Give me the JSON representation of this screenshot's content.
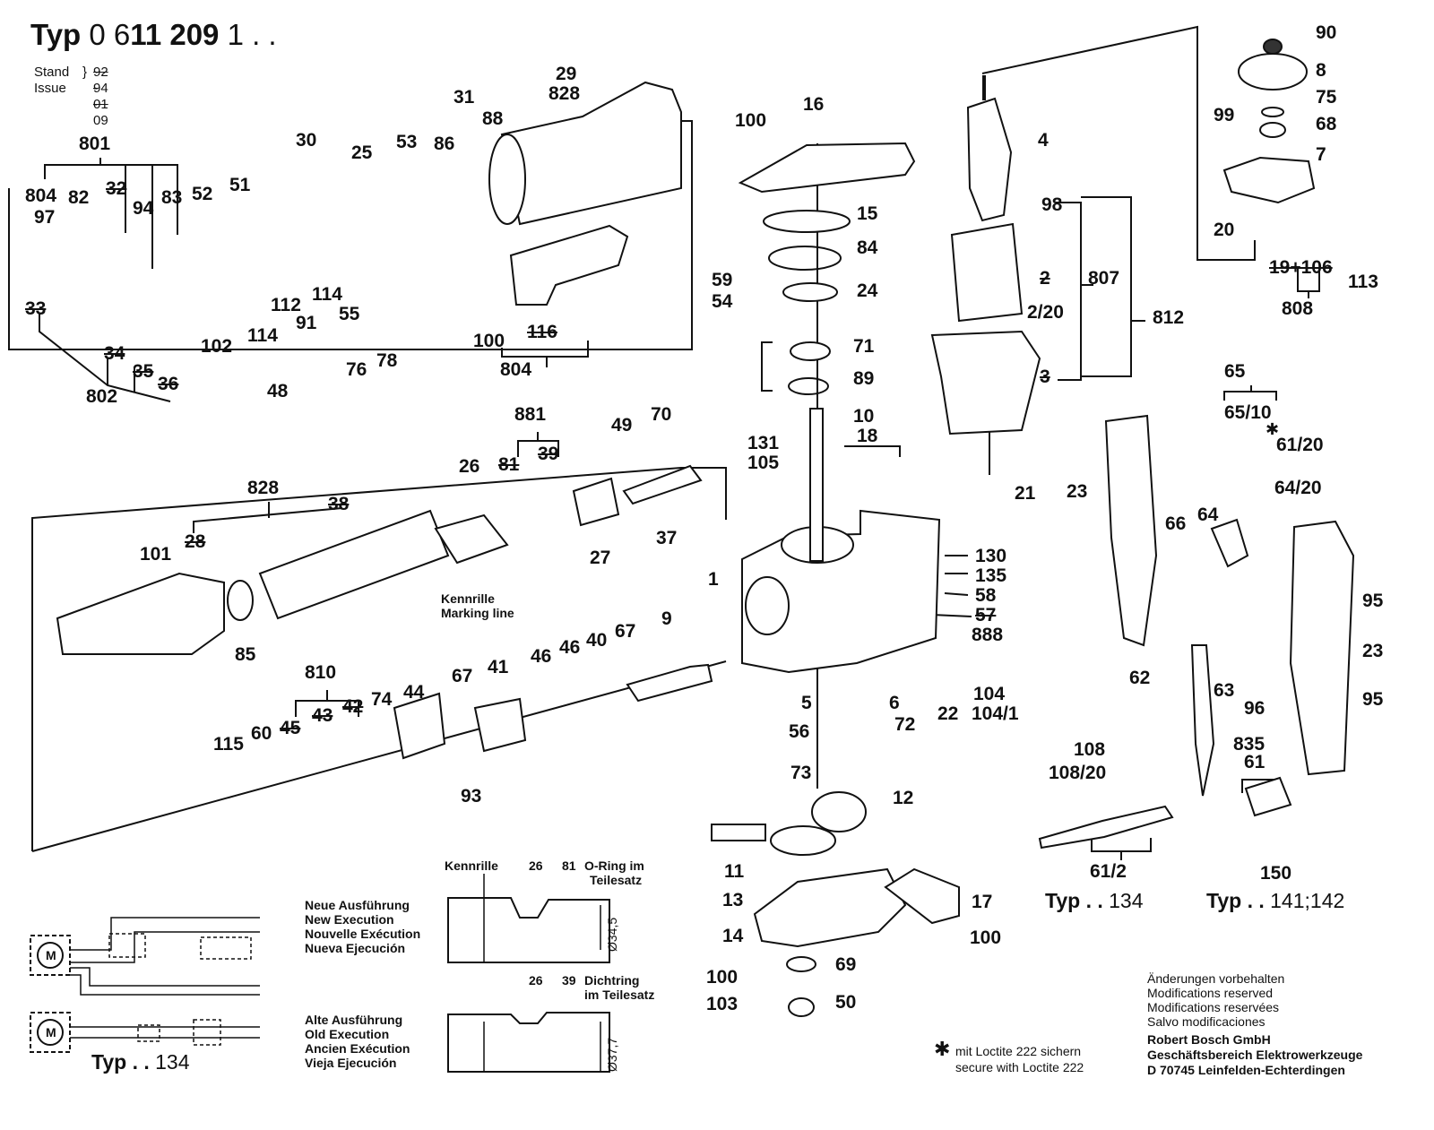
{
  "header": {
    "typ_word": "Typ",
    "typ_number_light": "0 6",
    "typ_number_bold": "11 209",
    "typ_number_tail": " 1 . .",
    "stand_label": "Stand",
    "issue_label": "Issue",
    "stand_value": "92 - 01",
    "issue_value": "94 - 09"
  },
  "part_labels": [
    {
      "id": "p90",
      "text": "90"
    },
    {
      "id": "p8",
      "text": "8"
    },
    {
      "id": "p75",
      "text": "75"
    },
    {
      "id": "p99",
      "text": "99"
    },
    {
      "id": "p68",
      "text": "68"
    },
    {
      "id": "p7",
      "text": "7"
    },
    {
      "id": "p20",
      "text": "20"
    },
    {
      "id": "p19106",
      "text": "19+106"
    },
    {
      "id": "p113",
      "text": "113"
    },
    {
      "id": "p808",
      "text": "808"
    },
    {
      "id": "p4",
      "text": "4"
    },
    {
      "id": "p98",
      "text": "98"
    },
    {
      "id": "p2",
      "text": "2"
    },
    {
      "id": "p807",
      "text": "807"
    },
    {
      "id": "p220",
      "text": "2/20"
    },
    {
      "id": "p812",
      "text": "812"
    },
    {
      "id": "p3",
      "text": "3"
    },
    {
      "id": "p100a",
      "text": "100"
    },
    {
      "id": "p16",
      "text": "16"
    },
    {
      "id": "p15",
      "text": "15"
    },
    {
      "id": "p84",
      "text": "84"
    },
    {
      "id": "p59",
      "text": "59"
    },
    {
      "id": "p54",
      "text": "54"
    },
    {
      "id": "p24",
      "text": "24"
    },
    {
      "id": "p71",
      "text": "71"
    },
    {
      "id": "p89",
      "text": "89"
    },
    {
      "id": "p10",
      "text": "10"
    },
    {
      "id": "p131",
      "text": "131"
    },
    {
      "id": "p105",
      "text": "105"
    },
    {
      "id": "p18",
      "text": "18"
    },
    {
      "id": "p21",
      "text": "21"
    },
    {
      "id": "p1",
      "text": "1"
    },
    {
      "id": "p130",
      "text": "130"
    },
    {
      "id": "p135",
      "text": "135"
    },
    {
      "id": "p58",
      "text": "58"
    },
    {
      "id": "p57",
      "text": "57"
    },
    {
      "id": "p888",
      "text": "888"
    },
    {
      "id": "p5",
      "text": "5"
    },
    {
      "id": "p6",
      "text": "6"
    },
    {
      "id": "p72",
      "text": "72"
    },
    {
      "id": "p22",
      "text": "22"
    },
    {
      "id": "p104",
      "text": "104"
    },
    {
      "id": "p1041",
      "text": "104/1"
    },
    {
      "id": "p56",
      "text": "56"
    },
    {
      "id": "p73",
      "text": "73"
    },
    {
      "id": "p12",
      "text": "12"
    },
    {
      "id": "p11",
      "text": "11"
    },
    {
      "id": "p13",
      "text": "13"
    },
    {
      "id": "p17",
      "text": "17"
    },
    {
      "id": "p14",
      "text": "14"
    },
    {
      "id": "p100b",
      "text": "100"
    },
    {
      "id": "p100c",
      "text": "100"
    },
    {
      "id": "p69",
      "text": "69"
    },
    {
      "id": "p103",
      "text": "103"
    },
    {
      "id": "p50",
      "text": "50"
    },
    {
      "id": "p29",
      "text": "29"
    },
    {
      "id": "p828a",
      "text": "828"
    },
    {
      "id": "p31",
      "text": "31"
    },
    {
      "id": "p88",
      "text": "88"
    },
    {
      "id": "p30",
      "text": "30"
    },
    {
      "id": "p53",
      "text": "53"
    },
    {
      "id": "p86",
      "text": "86"
    },
    {
      "id": "p25",
      "text": "25"
    },
    {
      "id": "p801",
      "text": "801"
    },
    {
      "id": "p804a",
      "text": "804"
    },
    {
      "id": "p82",
      "text": "82"
    },
    {
      "id": "p32",
      "text": "32"
    },
    {
      "id": "p94",
      "text": "94"
    },
    {
      "id": "p83",
      "text": "83"
    },
    {
      "id": "p52",
      "text": "52"
    },
    {
      "id": "p51",
      "text": "51"
    },
    {
      "id": "p97",
      "text": "97"
    },
    {
      "id": "p33",
      "text": "33"
    },
    {
      "id": "p112",
      "text": "112"
    },
    {
      "id": "p114a",
      "text": "114"
    },
    {
      "id": "p114b",
      "text": "114"
    },
    {
      "id": "p91",
      "text": "91"
    },
    {
      "id": "p55",
      "text": "55"
    },
    {
      "id": "p102",
      "text": "102"
    },
    {
      "id": "p34",
      "text": "34"
    },
    {
      "id": "p35",
      "text": "35"
    },
    {
      "id": "p36",
      "text": "36"
    },
    {
      "id": "p802",
      "text": "802"
    },
    {
      "id": "p48",
      "text": "48"
    },
    {
      "id": "p76",
      "text": "76"
    },
    {
      "id": "p78",
      "text": "78"
    },
    {
      "id": "p100d",
      "text": "100"
    },
    {
      "id": "p116",
      "text": "116"
    },
    {
      "id": "p804b",
      "text": "804"
    },
    {
      "id": "p881",
      "text": "881"
    },
    {
      "id": "p81",
      "text": "81"
    },
    {
      "id": "p39",
      "text": "39"
    },
    {
      "id": "p49",
      "text": "49"
    },
    {
      "id": "p70",
      "text": "70"
    },
    {
      "id": "p26",
      "text": "26"
    },
    {
      "id": "p828b",
      "text": "828"
    },
    {
      "id": "p38",
      "text": "38"
    },
    {
      "id": "p28",
      "text": "28"
    },
    {
      "id": "p101",
      "text": "101"
    },
    {
      "id": "p27",
      "text": "27"
    },
    {
      "id": "p37",
      "text": "37"
    },
    {
      "id": "p85",
      "text": "85"
    },
    {
      "id": "p9",
      "text": "9"
    },
    {
      "id": "p810",
      "text": "810"
    },
    {
      "id": "p45",
      "text": "45"
    },
    {
      "id": "p43",
      "text": "43"
    },
    {
      "id": "p42",
      "text": "42"
    },
    {
      "id": "p74",
      "text": "74"
    },
    {
      "id": "p44",
      "text": "44"
    },
    {
      "id": "p67a",
      "text": "67"
    },
    {
      "id": "p41",
      "text": "41"
    },
    {
      "id": "p46a",
      "text": "46"
    },
    {
      "id": "p46b",
      "text": "46"
    },
    {
      "id": "p40",
      "text": "40"
    },
    {
      "id": "p67b",
      "text": "67"
    },
    {
      "id": "p115",
      "text": "115"
    },
    {
      "id": "p60",
      "text": "60"
    },
    {
      "id": "p93",
      "text": "93"
    },
    {
      "id": "p65",
      "text": "65"
    },
    {
      "id": "p6510",
      "text": "65/10"
    },
    {
      "id": "p6120",
      "text": "61/20"
    },
    {
      "id": "p6420",
      "text": "64/20"
    },
    {
      "id": "p23a",
      "text": "23"
    },
    {
      "id": "p66",
      "text": "66"
    },
    {
      "id": "p64",
      "text": "64"
    },
    {
      "id": "p95a",
      "text": "95"
    },
    {
      "id": "p23b",
      "text": "23"
    },
    {
      "id": "p62",
      "text": "62"
    },
    {
      "id": "p63",
      "text": "63"
    },
    {
      "id": "p96",
      "text": "96"
    },
    {
      "id": "p95b",
      "text": "95"
    },
    {
      "id": "p835",
      "text": "835"
    },
    {
      "id": "p61",
      "text": "61"
    },
    {
      "id": "p108",
      "text": "108"
    },
    {
      "id": "p10820",
      "text": "108/20"
    },
    {
      "id": "p612",
      "text": "61/2"
    },
    {
      "id": "p150",
      "text": "150"
    }
  ],
  "callouts": {
    "marking_line_de": "Kennrille",
    "marking_line_en": "Marking line",
    "detail_kennrille": "Kennrille",
    "detail_26a": "26",
    "detail_81": "81",
    "detail_oring_1": "O-Ring im",
    "detail_oring_2": "Teilesatz",
    "detail_26b": "26",
    "detail_39": "39",
    "detail_dicht_1": "Dichtring",
    "detail_dicht_2": "im Teilesatz",
    "dim_new": "Ø34,5",
    "dim_old": "Ø37,7",
    "new_exec": [
      "Neue Ausführung",
      "New Execution",
      "Nouvelle Exécution",
      "Nueva Ejecución"
    ],
    "old_exec": [
      "Alte Ausführung",
      "Old Execution",
      "Ancien Exécution",
      "Vieja Ejecución"
    ]
  },
  "variants": {
    "typ_word": "Typ",
    "typ_dots": ". .",
    "typ_134_a": "134",
    "typ_141_142": "141;142",
    "typ_134_b": "134"
  },
  "motor_symbol": "M",
  "loctite": {
    "line1": "mit Loctite 222 sichern",
    "line2": "secure with Loctite 222"
  },
  "notes": {
    "mods": [
      "Änderungen vorbehalten",
      "Modifications reserved",
      "Modifications reservées",
      "Salvo modificaciones"
    ],
    "company": [
      "Robert Bosch GmbH",
      "Geschäftsbereich Elektrowerkzeuge",
      "D 70745 Leinfelden-Echterdingen"
    ]
  }
}
